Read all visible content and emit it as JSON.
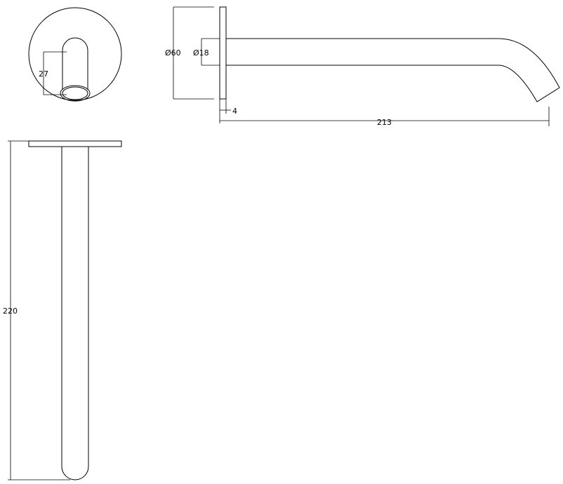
{
  "dimensions": {
    "flange_diameter": "Ø60",
    "pipe_diameter": "Ø18",
    "flange_thickness": "4",
    "spout_length": "213",
    "outlet_offset": "27",
    "total_length": "220"
  },
  "colors": {
    "line": "#000000",
    "background": "#ffffff"
  }
}
